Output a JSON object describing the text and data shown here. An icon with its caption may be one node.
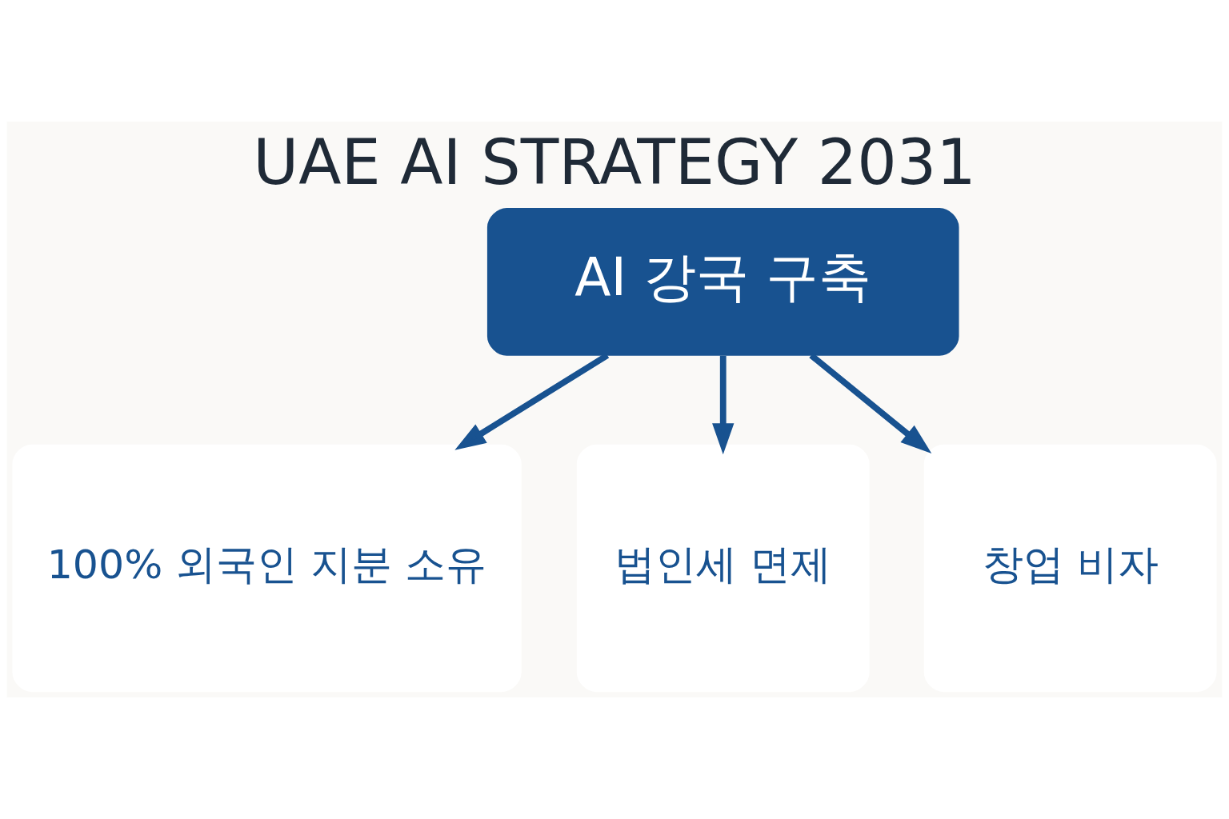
{
  "diagram": {
    "title": "UAE AI STRATEGY 2031",
    "nodes": [
      {
        "text": [
          "AI 강국 구축"
        ]
      },
      {
        "text": [
          "100% 외국인 지분 소유"
        ]
      },
      {
        "text": [
          "법인세 면제"
        ]
      },
      {
        "text": [
          "창업 비자"
        ]
      }
    ],
    "edges": [
      {
        "from": 0,
        "to": 1,
        "arrow": "to"
      },
      {
        "from": 0,
        "to": 2,
        "arrow": "to"
      },
      {
        "from": 0,
        "to": 3,
        "arrow": "to"
      }
    ]
  }
}
